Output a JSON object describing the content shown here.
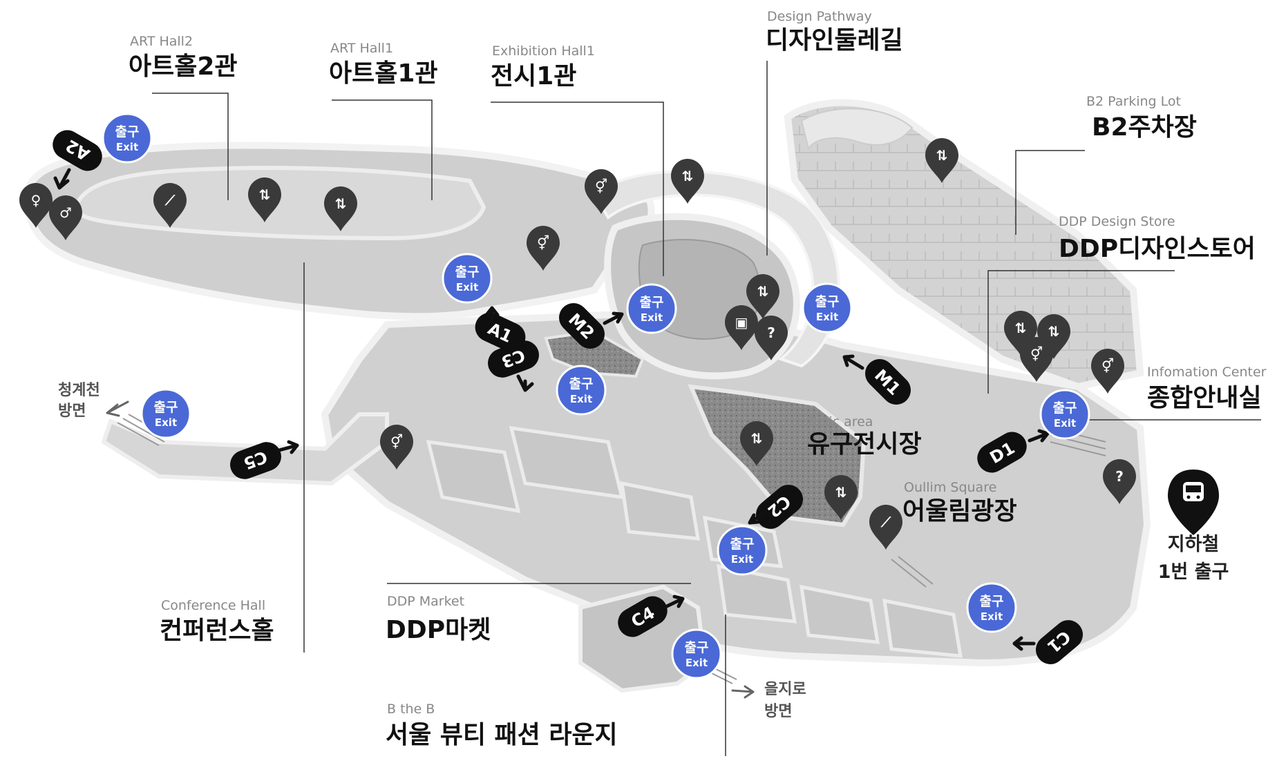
{
  "map": {
    "areas": [
      {
        "id": "art-hall-2",
        "en": "ART Hall2",
        "ko": "아트홀2관"
      },
      {
        "id": "art-hall-1",
        "en": "ART Hall1",
        "ko": "아트홀1관"
      },
      {
        "id": "exhibition-hall-1",
        "en": "Exhibition Hall1",
        "ko": "전시1관"
      },
      {
        "id": "design-pathway",
        "en": "Design Pathway",
        "ko": "디자인둘레길"
      },
      {
        "id": "b2-parking",
        "en": "B2 Parking Lot",
        "ko": "B2주차장"
      },
      {
        "id": "design-store",
        "en": "DDP Design Store",
        "ko": "DDP디자인스토어"
      },
      {
        "id": "info-center",
        "en": "Infomation Center",
        "ko": "종합안내실"
      },
      {
        "id": "relic-area",
        "en": "Relic area",
        "ko": "유구전시장"
      },
      {
        "id": "oullim-square",
        "en": "Oullim Square",
        "ko": "어울림광장"
      },
      {
        "id": "conference-hall",
        "en": "Conference Hall",
        "ko": "컨퍼런스홀"
      },
      {
        "id": "ddp-market",
        "en": "DDP Market",
        "ko": "DDP마켓"
      },
      {
        "id": "b-the-b",
        "en": "B the B",
        "ko": "서울 뷰티 패션 라운지"
      }
    ],
    "directions": {
      "cheonggyecheon_line1": "청계천",
      "cheonggyecheon_line2": "방면",
      "euljiro_line1": "을지로",
      "euljiro_line2": "방면"
    },
    "subway": {
      "line1": "지하철",
      "line2": "1번 출구",
      "icon": "subway-icon"
    },
    "exit_badge": {
      "ko": "출구",
      "en": "Exit"
    },
    "gates": [
      "A2",
      "A1",
      "M2",
      "C3",
      "M1",
      "C5",
      "D1",
      "C2",
      "C4",
      "C1"
    ],
    "facility_icons": [
      "restroom-icon",
      "elevator-icon",
      "escalator-icon",
      "information-icon",
      "locker-icon"
    ],
    "colors": {
      "exit_badge": "#4a69d6",
      "gate_pill": "#0f0f0f",
      "pin": "#3a3a3a",
      "floor": "#c9c9c9",
      "wall": "#ededed"
    }
  }
}
